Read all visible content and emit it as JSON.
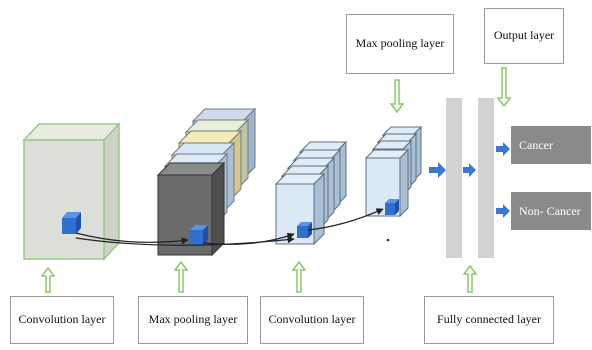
{
  "diagram": {
    "labels": {
      "conv1": "Convolution layer",
      "pool1": "Max pooling layer",
      "conv2": "Convolution layer",
      "pool2": "Max pooling layer",
      "output_layer": "Output layer",
      "fully_connected": "Fully connected layer"
    },
    "outputs": [
      "Cancer",
      "Non- Cancer"
    ]
  },
  "colors": {
    "kernel_blue": "#2f6fd0",
    "arrow_blue": "#3a78d6",
    "connector_green": "#8cc866",
    "output_gray": "#8a8a8a",
    "fc_gray": "#d2d2d2"
  }
}
